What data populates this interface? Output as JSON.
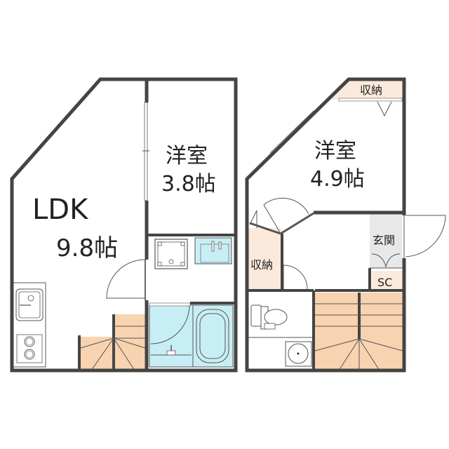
{
  "floorplan": {
    "title": "Floor plan",
    "colors": {
      "wall": "#444444",
      "stairs": "#f8d3b0",
      "storage": "#fbeadb",
      "wet_area": "#c8eef5",
      "entrance": "#e8e8e8",
      "line": "#555555"
    },
    "floor1": {
      "rooms": [
        {
          "id": "ldk",
          "name": "LDK",
          "size": "9.8帖"
        },
        {
          "id": "western1",
          "name": "洋室",
          "size": "3.8帖"
        }
      ],
      "fixtures": [
        "kitchen-sink",
        "stove",
        "washing-machine-pan",
        "washbasin",
        "bathtub",
        "shower",
        "stairs"
      ]
    },
    "floor2": {
      "rooms": [
        {
          "id": "western2",
          "name": "洋室",
          "size": "4.9帖"
        },
        {
          "id": "closet-top",
          "name": "収納"
        },
        {
          "id": "closet-left",
          "name": "収納"
        },
        {
          "id": "entrance",
          "name": "玄関"
        },
        {
          "id": "shoe-closet",
          "name": "SC"
        }
      ],
      "fixtures": [
        "toilet",
        "floor-drain",
        "stairs"
      ]
    }
  }
}
